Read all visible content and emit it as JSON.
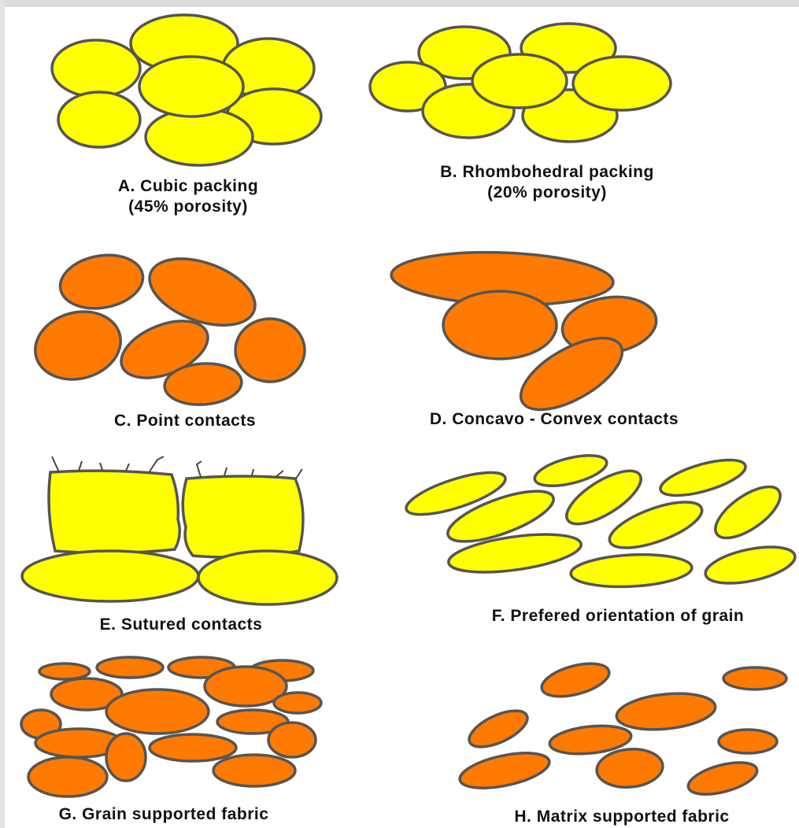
{
  "panels": [
    {
      "id": "A",
      "caption_line1": "A. Cubic packing",
      "caption_line2": "(45%  porosity)"
    },
    {
      "id": "B",
      "caption_line1": "B. Rhombohedral packing",
      "caption_line2": "(20% porosity)"
    },
    {
      "id": "C",
      "caption_line1": "C. Point contacts"
    },
    {
      "id": "D",
      "caption_line1": "D. Concavo - Convex contacts"
    },
    {
      "id": "E",
      "caption_line1": "E. Sutured contacts"
    },
    {
      "id": "F",
      "caption_line1": "F. Prefered orientation of grain"
    },
    {
      "id": "G",
      "caption_line1": "G. Grain supported fabric"
    },
    {
      "id": "H",
      "caption_line1": "H. Matrix supported fabric"
    }
  ],
  "colors": {
    "yellow_grain": "#ffff00",
    "orange_grain": "#ff7a00",
    "grain_outline": "#555555"
  }
}
